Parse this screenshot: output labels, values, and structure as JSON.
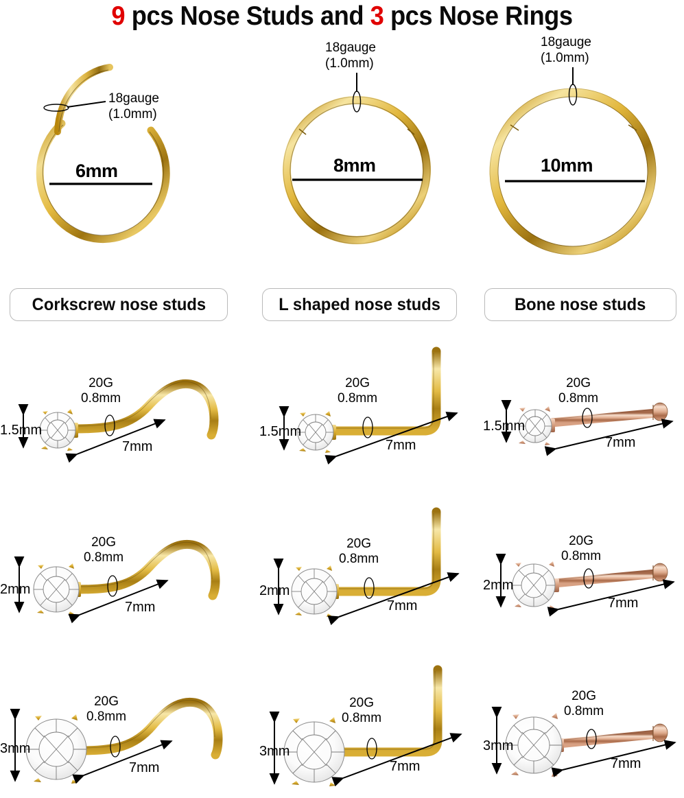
{
  "title": {
    "pre_num": "9",
    "mid": " pcs Nose Studs and ",
    "post_num": "3",
    "end": " pcs Nose Rings",
    "full": "9 pcs Nose Studs and 3 pcs Nose Rings",
    "accent_color": "#e00000"
  },
  "colors": {
    "gold_light": "#f5dd8a",
    "gold_mid": "#e0b63c",
    "gold_dark": "#b8860b",
    "gold_shadow": "#8a6510",
    "rose_light": "#f0cdb8",
    "rose_mid": "#d9a184",
    "rose_dark": "#a5694a",
    "gem_white": "#ffffff",
    "gem_line": "#555555",
    "line_black": "#000000",
    "box_border": "#b9b9b9",
    "background": "#ffffff"
  },
  "rings": [
    {
      "name": "hinged-segment-ring-6mm",
      "gauge_line1": "18gauge",
      "gauge_line2": "(1.0mm)",
      "diameter": "6mm",
      "open": true
    },
    {
      "name": "segment-ring-8mm",
      "gauge_line1": "18gauge",
      "gauge_line2": "(1.0mm)",
      "diameter": "8mm",
      "open": false
    },
    {
      "name": "segment-ring-10mm",
      "gauge_line1": "18gauge",
      "gauge_line2": "(1.0mm)",
      "diameter": "10mm",
      "open": false
    }
  ],
  "categories": [
    {
      "label": "Corkscrew nose studs",
      "type": "corkscrew"
    },
    {
      "label": "L shaped nose studs",
      "type": "lshape"
    },
    {
      "label": "Bone nose studs",
      "type": "bone"
    }
  ],
  "studs": [
    {
      "row": 1,
      "gem_size": "1.5mm",
      "items": [
        {
          "type": "corkscrew",
          "gauge_line1": "20G",
          "gauge_line2": "0.8mm",
          "length": "7mm",
          "gem_size": "1.5mm",
          "metal": "gold"
        },
        {
          "type": "lshape",
          "gauge_line1": "20G",
          "gauge_line2": "0.8mm",
          "length": "7mm",
          "gem_size": "1.5mm",
          "metal": "gold"
        },
        {
          "type": "bone",
          "gauge_line1": "20G",
          "gauge_line2": "0.8mm",
          "length": "7mm",
          "gem_size": "1.5mm",
          "metal": "rose"
        }
      ]
    },
    {
      "row": 2,
      "gem_size": "2mm",
      "items": [
        {
          "type": "corkscrew",
          "gauge_line1": "20G",
          "gauge_line2": "0.8mm",
          "length": "7mm",
          "gem_size": "2mm",
          "metal": "gold"
        },
        {
          "type": "lshape",
          "gauge_line1": "20G",
          "gauge_line2": "0.8mm",
          "length": "7mm",
          "gem_size": "2mm",
          "metal": "gold"
        },
        {
          "type": "bone",
          "gauge_line1": "20G",
          "gauge_line2": "0.8mm",
          "length": "7mm",
          "gem_size": "2mm",
          "metal": "rose"
        }
      ]
    },
    {
      "row": 3,
      "gem_size": "3mm",
      "items": [
        {
          "type": "corkscrew",
          "gauge_line1": "20G",
          "gauge_line2": "0.8mm",
          "length": "7mm",
          "gem_size": "3mm",
          "metal": "gold"
        },
        {
          "type": "lshape",
          "gauge_line1": "20G",
          "gauge_line2": "0.8mm",
          "length": "7mm",
          "gem_size": "3mm",
          "metal": "gold"
        },
        {
          "type": "bone",
          "gauge_line1": "20G",
          "gauge_line2": "0.8mm",
          "length": "7mm",
          "gem_size": "3mm",
          "metal": "rose"
        }
      ]
    }
  ]
}
